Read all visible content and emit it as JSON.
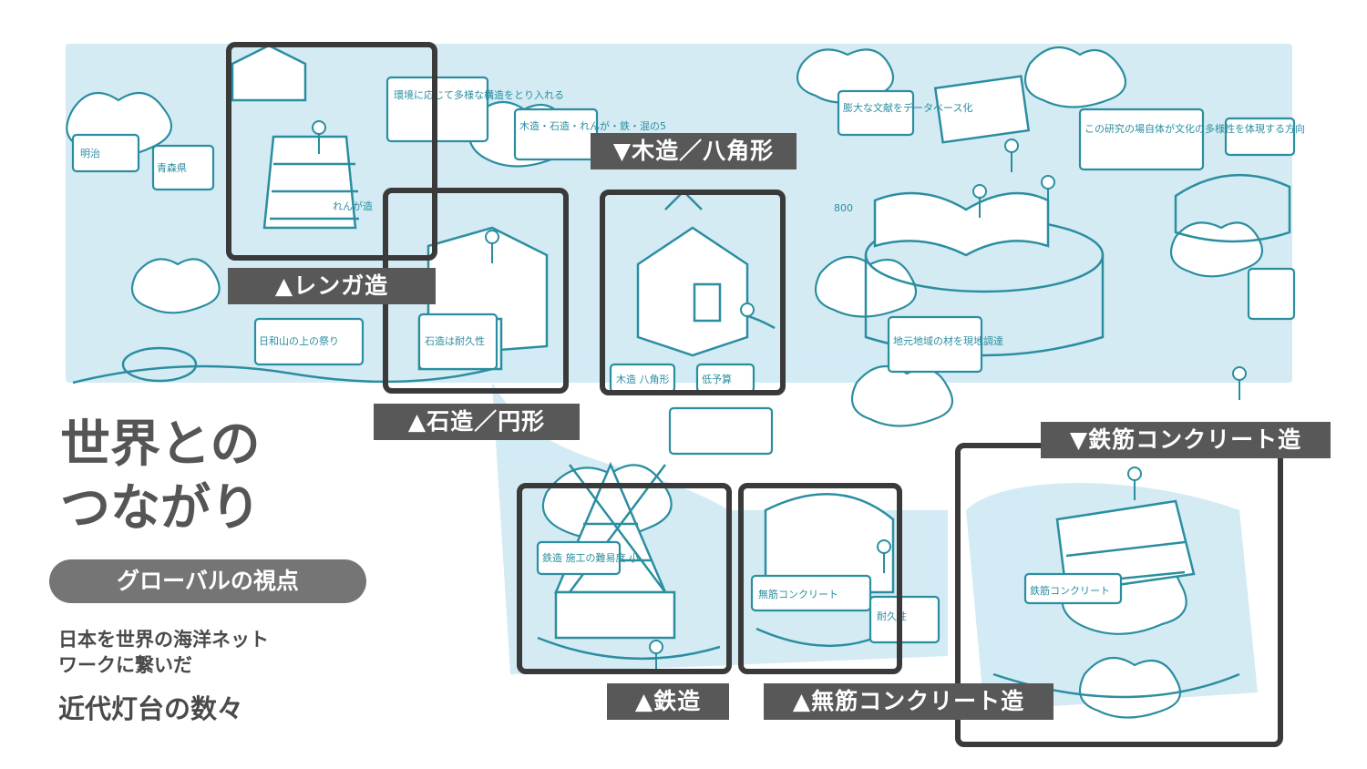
{
  "title": {
    "line1": "世界との",
    "line2": "つながり"
  },
  "subtitle_pill": "グローバルの視点",
  "description": {
    "line1": "日本を世界の海洋ネット",
    "line2": "ワークに繋いだ",
    "line3": "近代灯台の数々"
  },
  "labels": {
    "brick": "▲レンガ造",
    "stone": "▲石造／円形",
    "wood": "▼木造／八角形",
    "iron": "▲鉄造",
    "unreinforced": "▲無筋コンクリート造",
    "reinforced": "▼鉄筋コンクリート造"
  },
  "sketch_notes": {
    "brick": "れんが造",
    "stone": "石造は耐久性",
    "wood": "木造 八角形",
    "wood_cost": "低予算",
    "iron": "鉄造 施工の難易度 小",
    "unreinforced": "無筋コンクリート",
    "durability": "耐久性",
    "reinforced": "鉄筋コンクリート",
    "env": "環境に応じて多様な構造をとり入れる",
    "materials": "木造・石造・れんが・鉄・混の5",
    "meiji": "明治",
    "green": "青森県",
    "database": "膨大な文献をデータベース化",
    "research": "この研究の場自体が文化の多様性を体現する方向",
    "count": "800",
    "local": "地元地域の材を現地調達",
    "harbor": "日和山の上の祭り"
  },
  "colors": {
    "ink": "#2b8ea0",
    "wash": "#cfe9f3",
    "frame": "#3a3a3a",
    "tag": "#585858",
    "pill": "#757575",
    "heading": "#555555"
  }
}
